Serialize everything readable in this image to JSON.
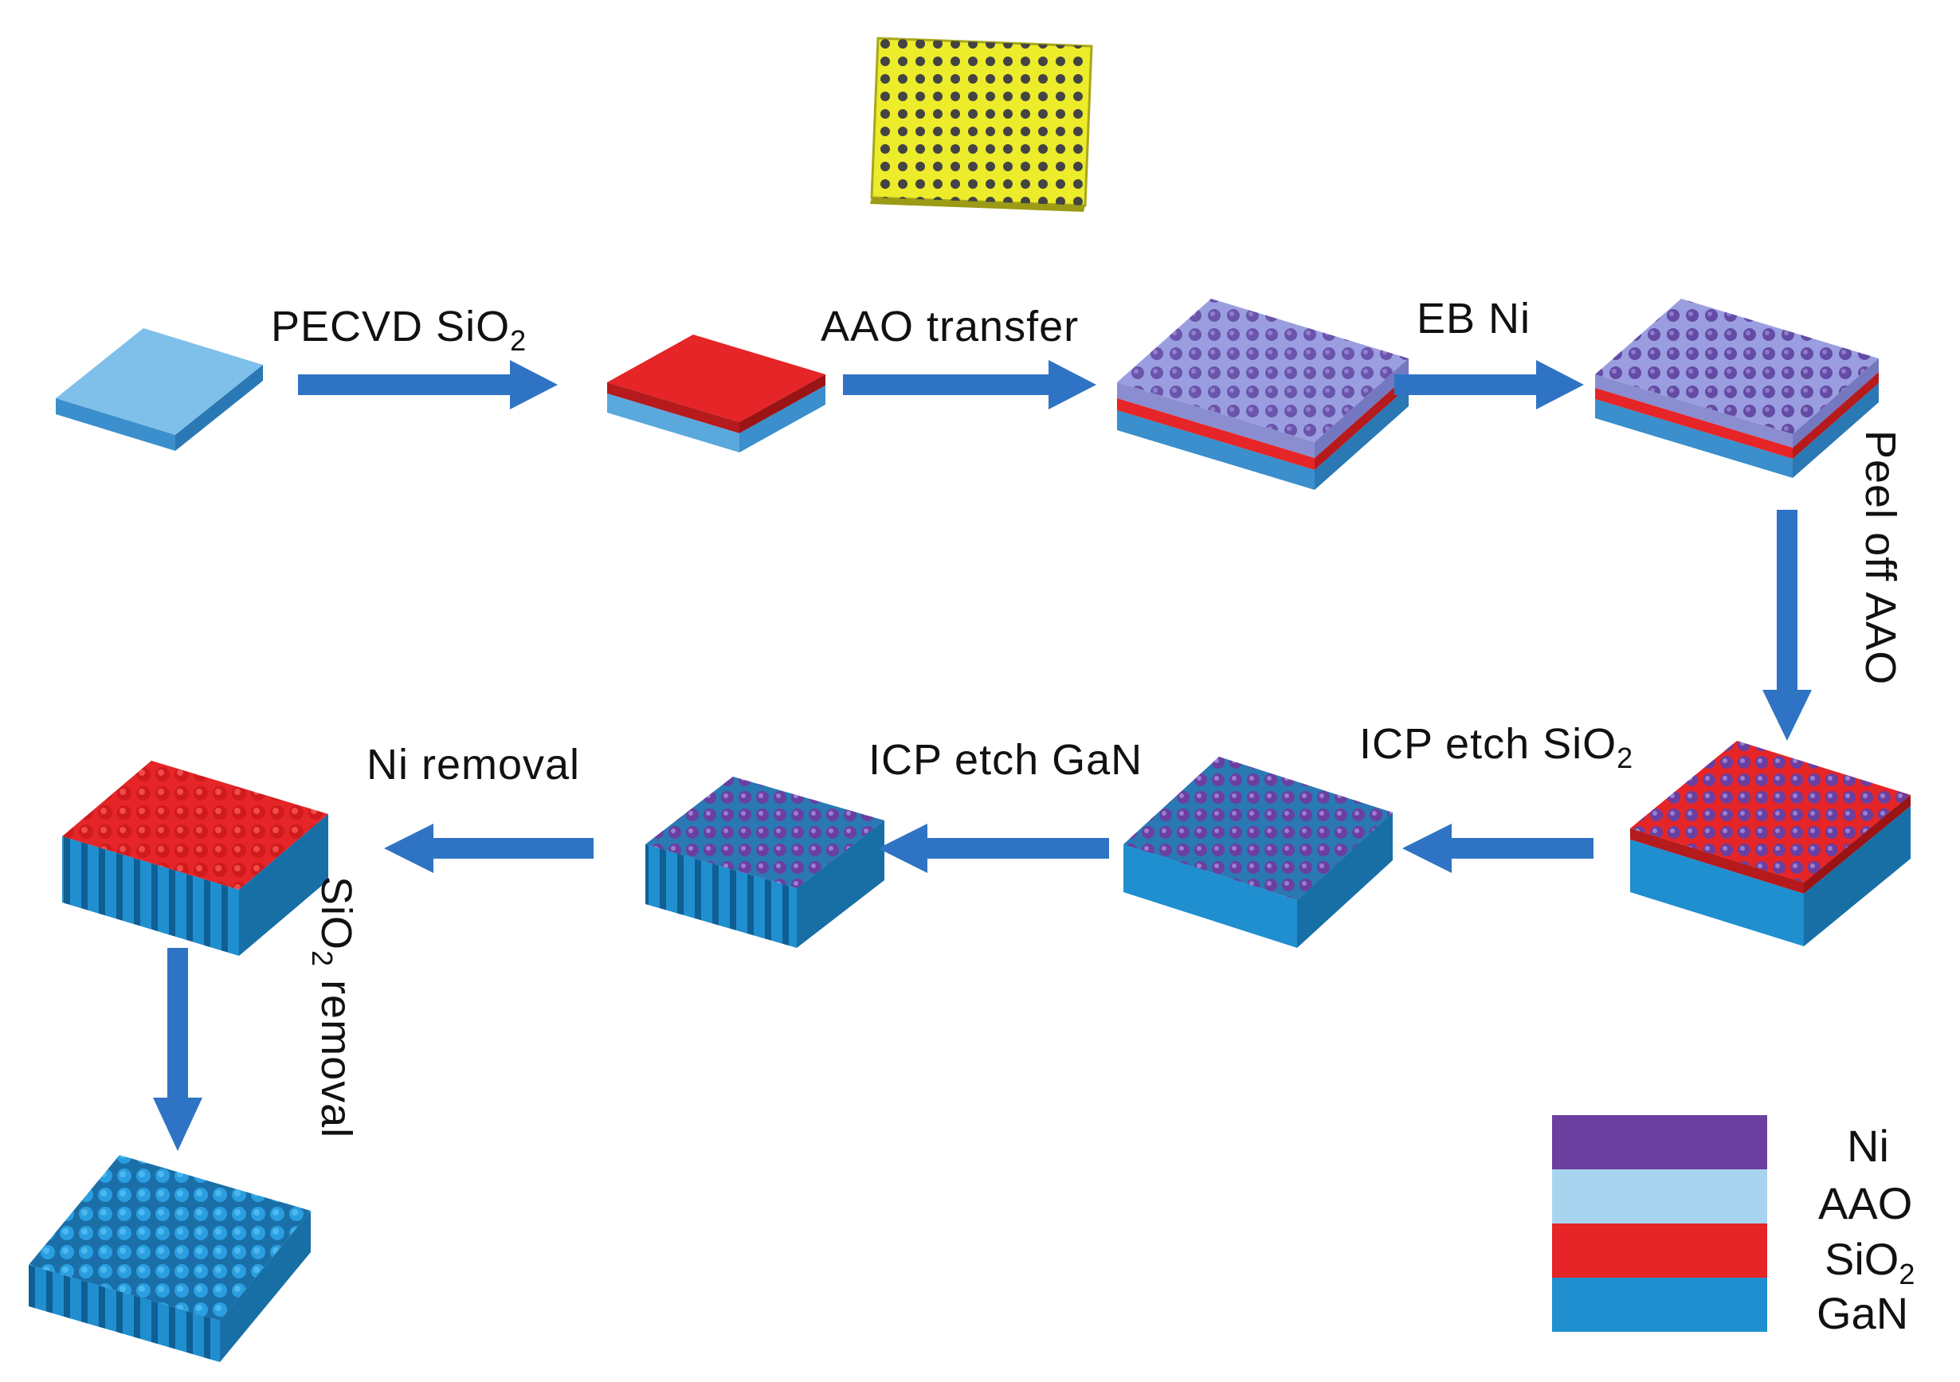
{
  "colors": {
    "ni": "#6a3fa0",
    "aao": "#a9d4f0",
    "sio2": "#e52527",
    "gan": "#1f8fd0",
    "arrow": "#2f74c4",
    "aao_membrane": "#ecec2a"
  },
  "steps": [
    {
      "id": "pecvd",
      "text": "PECVD SiO",
      "sub": "2"
    },
    {
      "id": "aao-transfer",
      "text": "AAO transfer",
      "sub": ""
    },
    {
      "id": "eb-ni",
      "text": "EB Ni",
      "sub": ""
    },
    {
      "id": "peel-off",
      "text": "Peel off AAO",
      "sub": ""
    },
    {
      "id": "icp-sio2",
      "text": "ICP etch SiO",
      "sub": "2"
    },
    {
      "id": "icp-gan",
      "text": "ICP etch GaN",
      "sub": ""
    },
    {
      "id": "ni-removal",
      "text": "Ni removal",
      "sub": ""
    },
    {
      "id": "sio2-removal",
      "text": "SiO",
      "sub": "2",
      "tail": " removal"
    }
  ],
  "legend": [
    {
      "label": "Ni",
      "sub": "",
      "color": "#6a3fa0"
    },
    {
      "label": "AAO",
      "sub": "",
      "color": "#a9d4f0"
    },
    {
      "label": "SiO",
      "sub": "2",
      "color": "#e52527"
    },
    {
      "label": "GaN",
      "sub": "",
      "color": "#1f8fd0"
    }
  ]
}
